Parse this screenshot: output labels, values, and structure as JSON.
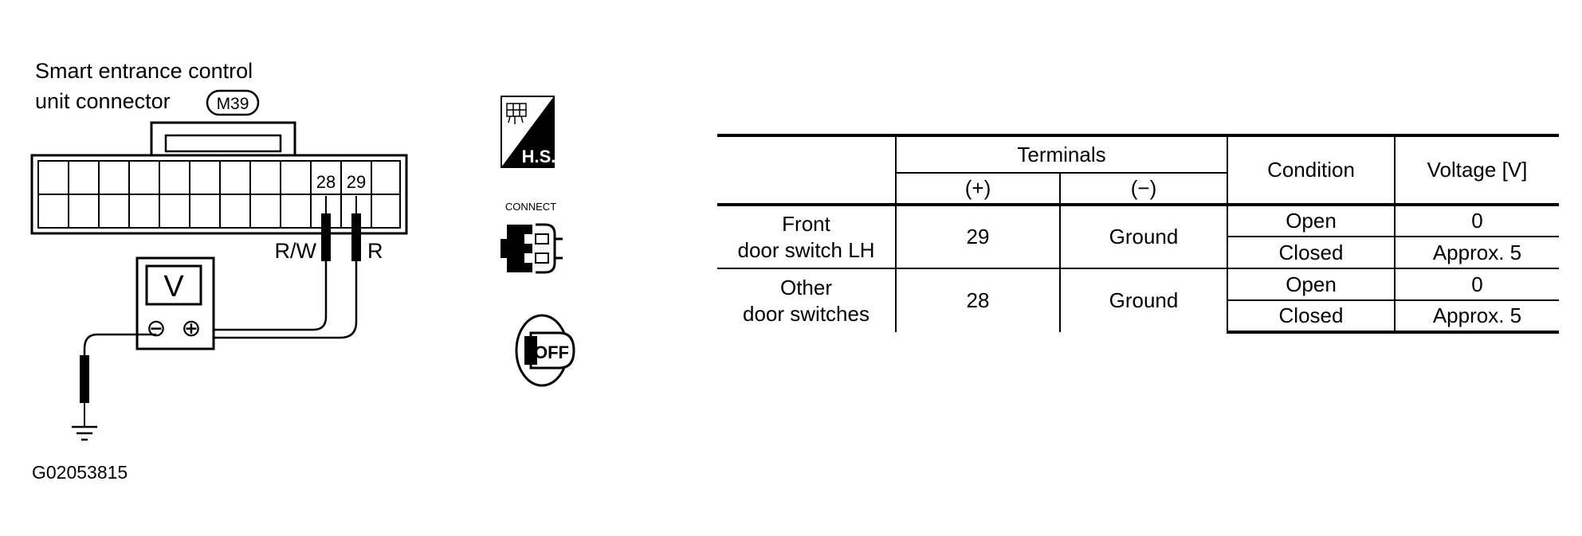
{
  "diagram": {
    "title_line1": "Smart entrance control",
    "title_line2": "unit connector",
    "connector_id": "M39",
    "pin_a": "28",
    "pin_b": "29",
    "wire_a": "R/W",
    "wire_b": "R",
    "meter_symbol": "V",
    "negative_symbol": "⊖",
    "positive_symbol": "⊕",
    "figure_id": "G02053815"
  },
  "icons": {
    "hs_label": "H.S.",
    "connect_label": "CONNECT",
    "ignition_label": "OFF"
  },
  "table": {
    "headers": {
      "terminals": "Terminals",
      "plus": "(+)",
      "minus": "(−)",
      "condition": "Condition",
      "voltage": "Voltage [V]"
    },
    "rows": [
      {
        "item_line1": "Front",
        "item_line2": "door switch LH",
        "plus": "29",
        "minus": "Ground",
        "conditions": [
          {
            "condition": "Open",
            "voltage": "0"
          },
          {
            "condition": "Closed",
            "voltage": "Approx. 5"
          }
        ]
      },
      {
        "item_line1": "Other",
        "item_line2": "door switches",
        "plus": "28",
        "minus": "Ground",
        "conditions": [
          {
            "condition": "Open",
            "voltage": "0"
          },
          {
            "condition": "Closed",
            "voltage": "Approx. 5"
          }
        ]
      }
    ]
  }
}
